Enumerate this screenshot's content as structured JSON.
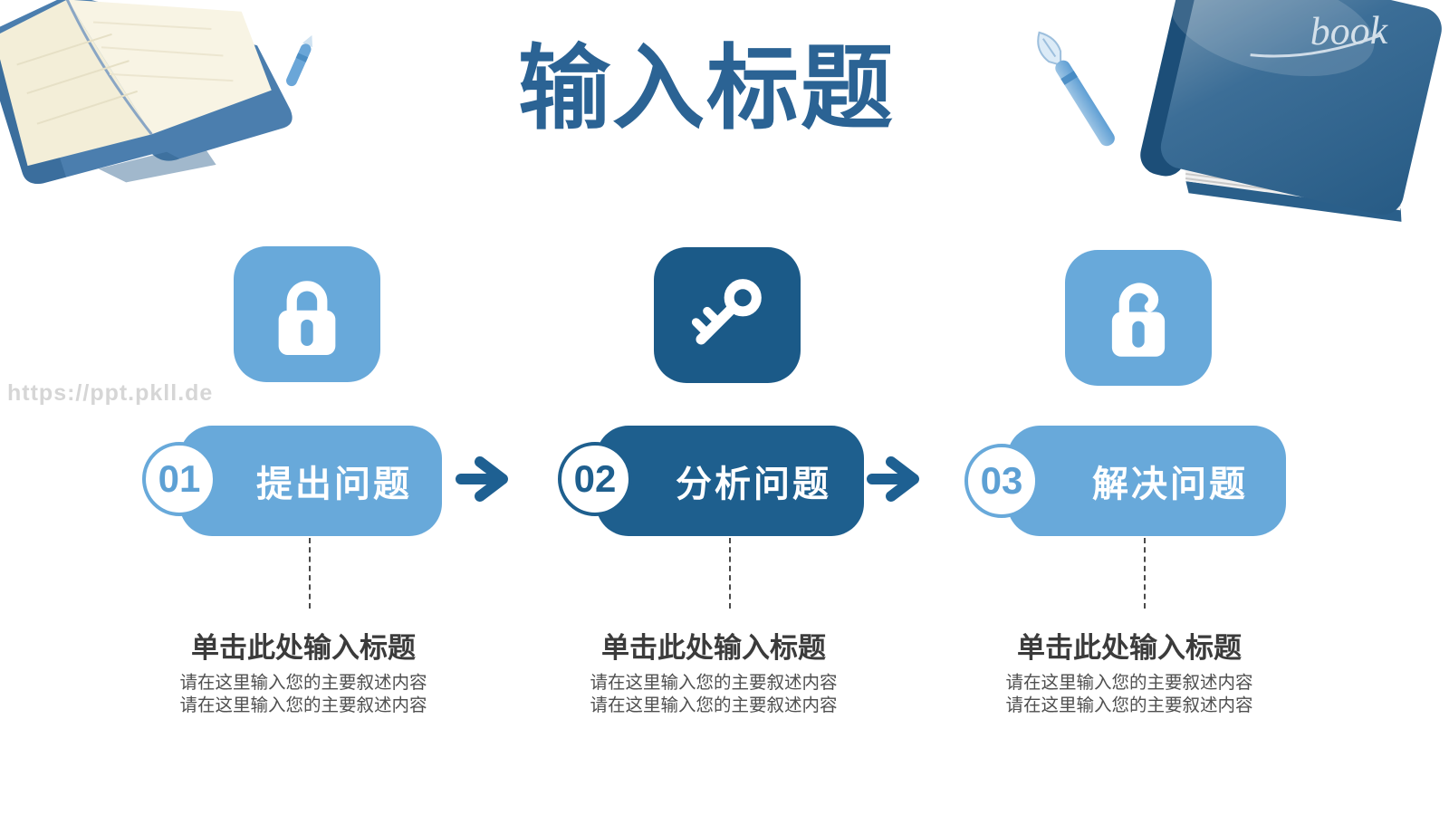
{
  "slide": {
    "title": "输入标题",
    "watermark": "https://ppt.pkll.de",
    "colors": {
      "light_blue": "#68a9da",
      "dark_blue": "#1e5f8e",
      "title_blue": "#2b6394",
      "arrow_blue": "#1e6092",
      "detail_title_gray": "#3b3b3b",
      "detail_body_gray": "#4f4f4f",
      "watermark_gray": "#d6d6d6"
    },
    "decor": {
      "book_cover_label": "book"
    },
    "steps": [
      {
        "number": "01",
        "label": "提出问题",
        "icon": "lock-closed-icon",
        "theme": "light",
        "detail_title": "单击此处输入标题",
        "detail_line1": "请在这里输入您的主要叙述内容",
        "detail_line2": "请在这里输入您的主要叙述内容"
      },
      {
        "number": "02",
        "label": "分析问题",
        "icon": "key-icon",
        "theme": "dark",
        "detail_title": "单击此处输入标题",
        "detail_line1": "请在这里输入您的主要叙述内容",
        "detail_line2": "请在这里输入您的主要叙述内容"
      },
      {
        "number": "03",
        "label": "解决问题",
        "icon": "lock-open-icon",
        "theme": "light",
        "detail_title": "单击此处输入标题",
        "detail_line1": "请在这里输入您的主要叙述内容",
        "detail_line2": "请在这里输入您的主要叙述内容"
      }
    ]
  }
}
